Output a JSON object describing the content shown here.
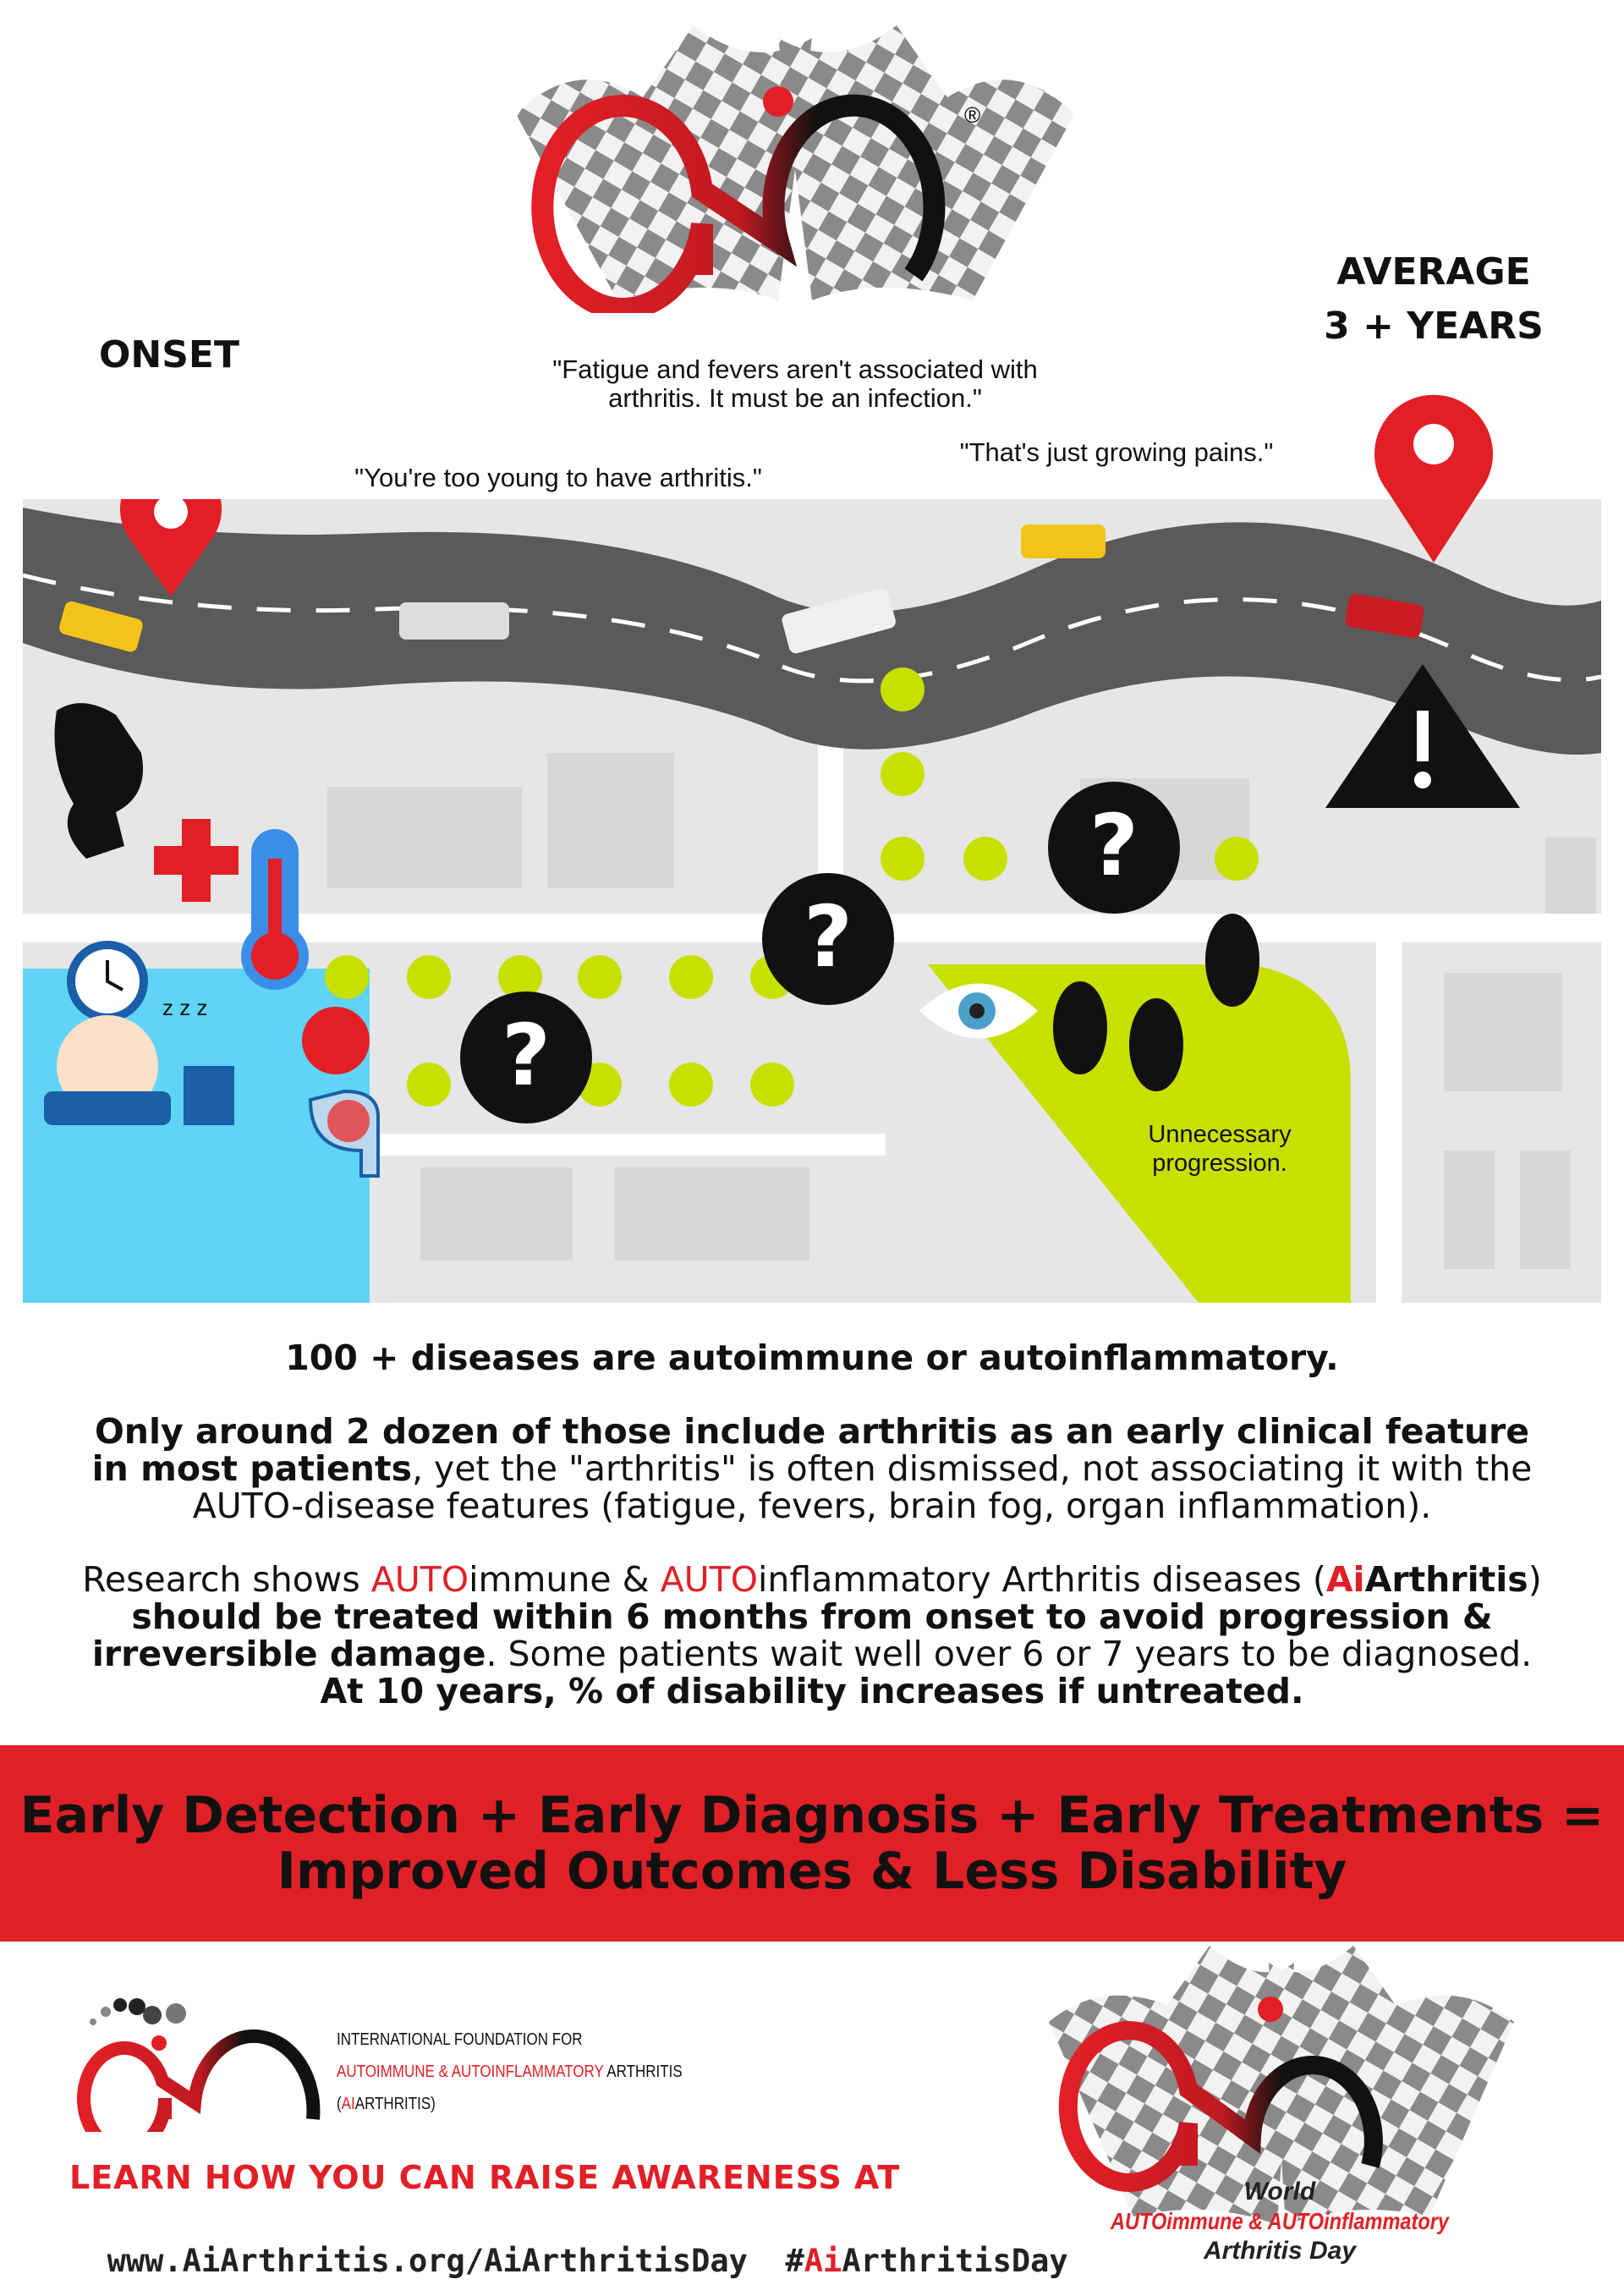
{
  "header": {
    "logo_text": "ai",
    "registered": "®"
  },
  "timeline": {
    "onset_label": "ONSET",
    "average_label_line1": "AVERAGE",
    "average_label_line2": "3 + YEARS",
    "quotes": [
      "\"Fatigue and fevers aren't associated with arthritis. It must be an infection.\"",
      "\"You're too young to have arthritis.\"",
      "\"That's just growing pains.\""
    ],
    "map_note": "Unnecessary progression.",
    "icons": [
      "location-pin",
      "car",
      "warning",
      "joint",
      "medical-cross",
      "thermometer",
      "clock",
      "sleeping-person",
      "brain",
      "question-mark",
      "eye"
    ]
  },
  "body": {
    "line1": "100 + diseases are autoimmune or autoinflammatory.",
    "p2_bold": "Only around 2 dozen of those include arthritis as an early clinical feature in most patients",
    "p2_rest": ", yet the \"arthritis\" is often dismissed, not associating it with the AUTO-disease features (fatigue, fevers, brain fog, organ inflammation).",
    "p3_a": "Research shows ",
    "p3_auto1": "AUTO",
    "p3_b": "immune & ",
    "p3_auto2": "AUTO",
    "p3_c": "inflammatory Arthritis diseases (",
    "p3_ai": "Ai",
    "p3_arth": "Arthritis",
    "p3_d": ")",
    "p3_bold": "should be treated within 6 months from onset to avoid progression & irreversible damage",
    "p3_rest": ".  Some patients wait well over 6 or 7 years to be diagnosed.",
    "p3_last": "At 10 years, % of disability increases if untreated."
  },
  "banner": {
    "line1": "Early Detection + Early Diagnosis + Early Treatments =",
    "line2": "Improved Outcomes & Less Disability"
  },
  "footer": {
    "org_line1": "INTERNATIONAL FOUNDATION FOR",
    "org_line2_red": "AUTOIMMUNE & AUTOINFLAMMATORY",
    "org_line2_black": " ARTHRITIS",
    "org_line3_a": "(",
    "org_line3_red": "AI",
    "org_line3_b": "ARTHRITIS)",
    "cta": "LEARN HOW YOU CAN RAISE AWARENESS AT",
    "url": "www.AiArthritis.org/AiArthritisDay",
    "hashtag_hash": "#",
    "hashtag_ai": "Ai",
    "hashtag_rest": "ArthritisDay",
    "day_logo_world": "World",
    "day_logo_mid": "AUTOimmune & AUTOinflammatory",
    "day_logo_bottom": "Arthritis Day"
  },
  "colors": {
    "red": "#e21f26",
    "green": "#c8e000",
    "blue": "#5fd4f4",
    "road": "#5a5a5a",
    "map": "#e6e6e6"
  }
}
